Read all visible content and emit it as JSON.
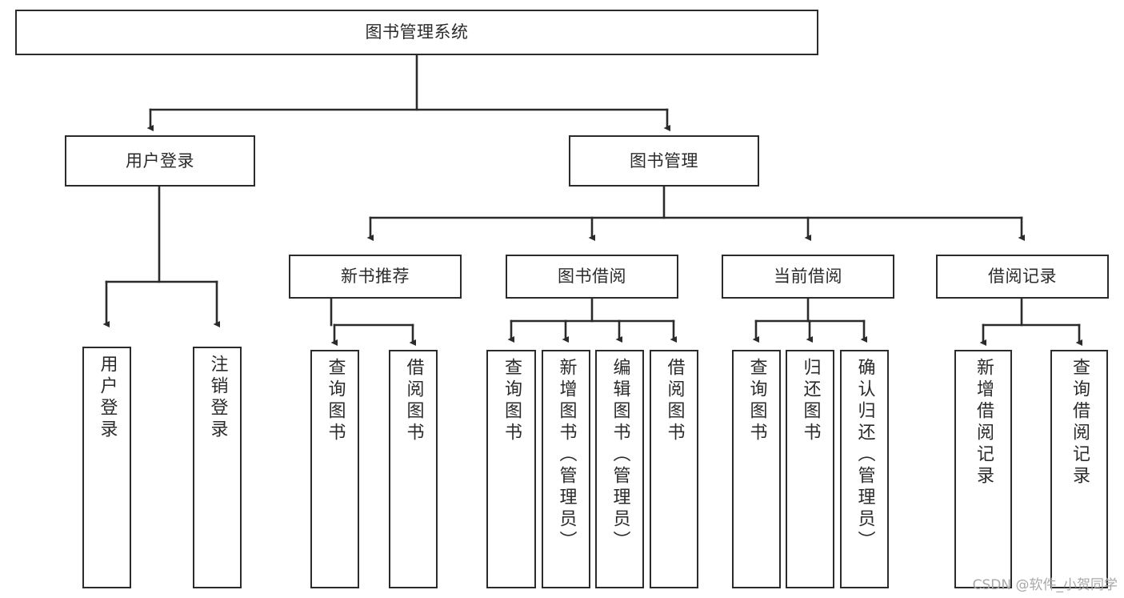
{
  "diagram": {
    "title": "图书管理系统",
    "watermark": "CSDN @软件_小贺同学",
    "colors": {
      "border": "#2b2b2b",
      "background": "#ffffff",
      "edge": "#2b2b2b",
      "watermark": "#a8a8a8"
    },
    "nodes": {
      "root": {
        "label": "图书管理系统"
      },
      "level1": [
        {
          "id": "user-login",
          "label": "用户登录"
        },
        {
          "id": "book-management",
          "label": "图书管理"
        }
      ],
      "level2": [
        {
          "id": "new-book-recommend",
          "label": "新书推荐"
        },
        {
          "id": "book-borrow",
          "label": "图书借阅"
        },
        {
          "id": "current-borrow",
          "label": "当前借阅"
        },
        {
          "id": "borrow-record",
          "label": "借阅记录"
        }
      ],
      "leaves": {
        "user-login": [
          {
            "id": "leaf-user-login",
            "label": "用户登录"
          },
          {
            "id": "leaf-logout-login",
            "label": "注销登录"
          }
        ],
        "new-book-recommend": [
          {
            "id": "leaf-query-book-1",
            "label": "查询图书"
          },
          {
            "id": "leaf-borrow-book-1",
            "label": "借阅图书"
          }
        ],
        "book-borrow": [
          {
            "id": "leaf-query-book-2",
            "label": "查询图书"
          },
          {
            "id": "leaf-add-book",
            "label": "新增图书（管理员）"
          },
          {
            "id": "leaf-edit-book",
            "label": "编辑图书（管理员）"
          },
          {
            "id": "leaf-borrow-book-2",
            "label": "借阅图书"
          }
        ],
        "current-borrow": [
          {
            "id": "leaf-query-book-3",
            "label": "查询图书"
          },
          {
            "id": "leaf-return-book",
            "label": "归还图书"
          },
          {
            "id": "leaf-confirm-return",
            "label": "确认归还（管理员）"
          }
        ],
        "borrow-record": [
          {
            "id": "leaf-add-record",
            "label": "新增借阅记录"
          },
          {
            "id": "leaf-query-record",
            "label": "查询借阅记录"
          }
        ]
      }
    }
  }
}
